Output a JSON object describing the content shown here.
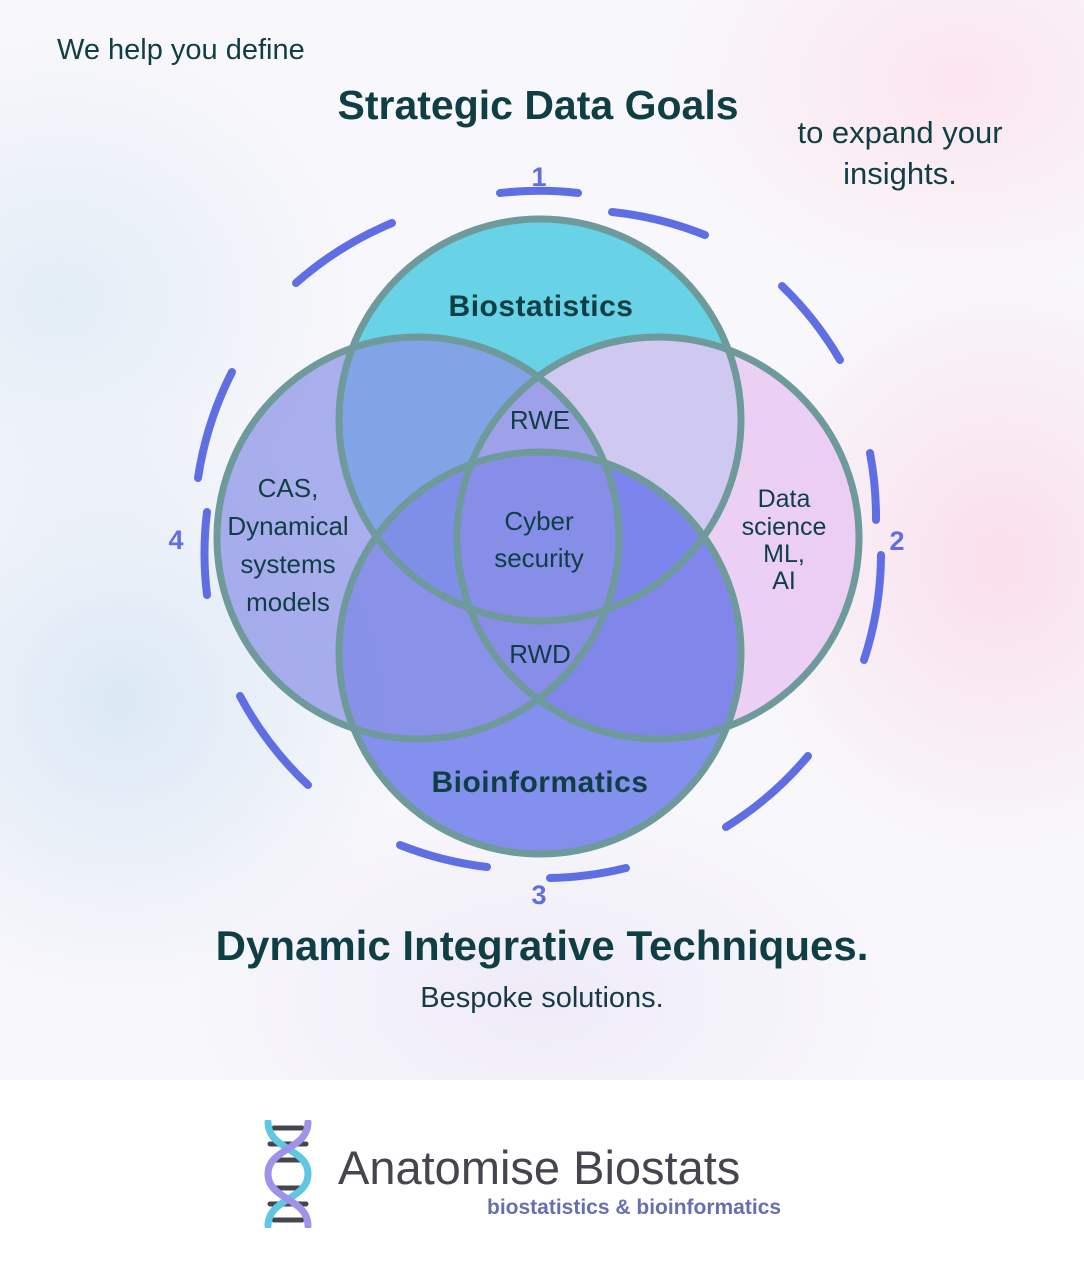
{
  "intro": "We help you define",
  "headline": "Strategic Data Goals",
  "outro": [
    "to expand your",
    "insights."
  ],
  "diagram": {
    "steps": [
      "1",
      "2",
      "3",
      "4"
    ],
    "circles": {
      "top": [
        "Biostatistics"
      ],
      "right": [
        "Data",
        "science",
        "ML,",
        "AI"
      ],
      "bottom": [
        "Bioinformatics"
      ],
      "left": [
        "CAS,",
        "Dynamical",
        "systems",
        "models"
      ]
    },
    "overlaps": {
      "top_center": [
        "RWE"
      ],
      "center": [
        "Cyber",
        "security"
      ],
      "bottom_center": [
        "RWD"
      ]
    },
    "colors": {
      "top": "#4fcbe2",
      "right": "#e9c6f2",
      "bottom": "#5d6de8",
      "left": "#8a92e6",
      "outline": "#6e9a9c",
      "arcs": "#5f6fe3",
      "text": "#0f3f44"
    }
  },
  "tagline": "Dynamic Integrative Techniques.",
  "subtag": "Bespoke solutions.",
  "brand": {
    "name": "Anatomise Biostats",
    "subtitle": "biostatistics & bioinformatics"
  }
}
